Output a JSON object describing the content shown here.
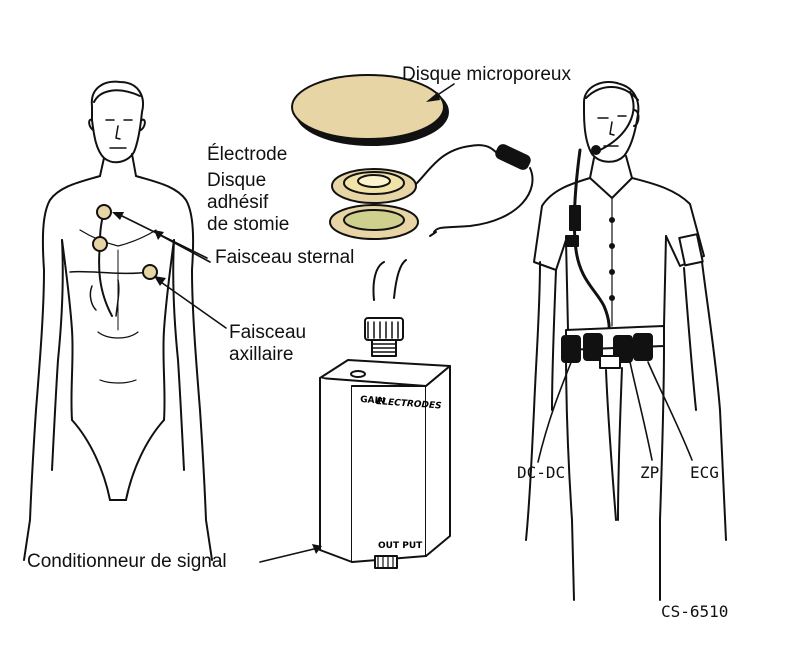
{
  "labels": {
    "disque_microporeux": "Disque microporeux",
    "electrode": "Électrode",
    "disque_adhesif": "Disque\nadhésif\nde stomie",
    "faisceau_sternal": "Faisceau sternal",
    "faisceau_axillaire": "Faisceau\naxillaire",
    "conditionneur": "Conditionneur de signal",
    "dc_dc": "DC-DC",
    "zp": "ZP",
    "ecg": "ECG",
    "figure_code": "CS-6510"
  },
  "device": {
    "gain": "GAIN",
    "electrodes": "ELECTRODES",
    "output": "OUT PUT"
  },
  "colors": {
    "disc_fill": "#e8d5a5",
    "disc_inner": "#cfd08e",
    "electrode_ring": "#f1e3a8",
    "line": "#111111"
  }
}
